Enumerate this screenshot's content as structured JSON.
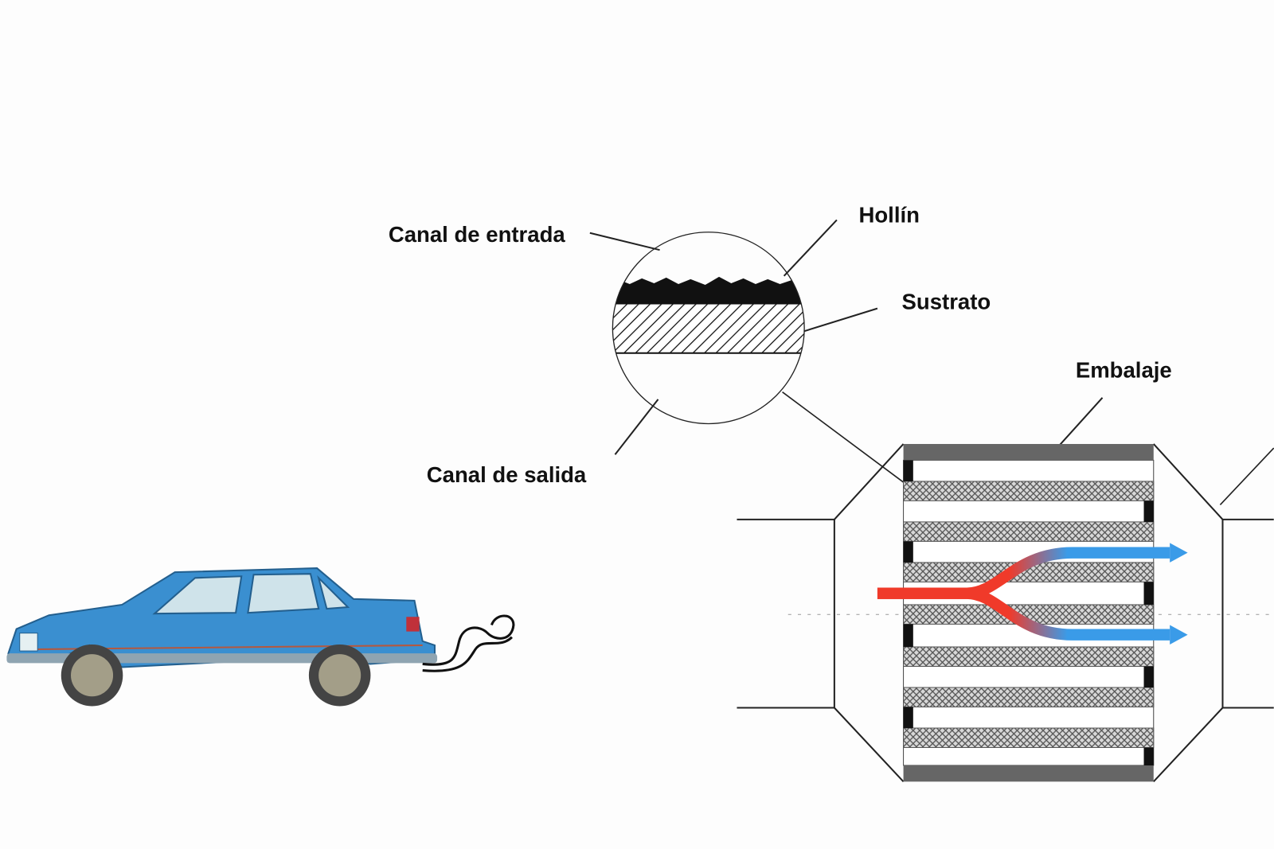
{
  "labels": {
    "inlet_channel": "Canal de entrada",
    "soot": "Hollín",
    "substrate": "Sustrato",
    "packaging": "Embalaje",
    "outlet_channel": "Canal de salida"
  },
  "colors": {
    "car_body": "#3a8fd0",
    "inflow_arrow": "#f03a2a",
    "outflow_arrow": "#3a9be8",
    "housing_bar": "#666666",
    "soot": "#111111"
  },
  "icons": [
    "car-icon",
    "exhaust-smoke-icon"
  ]
}
